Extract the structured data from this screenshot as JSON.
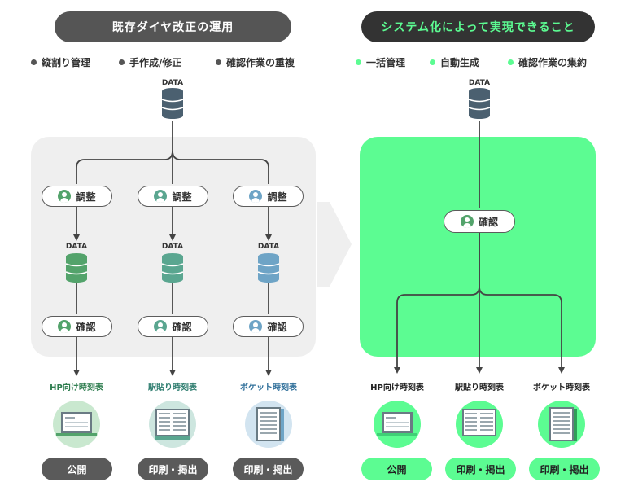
{
  "left": {
    "title": "既存ダイヤ改正の運用",
    "bullets": [
      "縦割り管理",
      "手作成/修正",
      "確認作業の重複"
    ],
    "data_label": "DATA",
    "adjust_label": "調整",
    "confirm_label": "確認",
    "outputs": [
      {
        "label": "HP向け時刻表",
        "button": "公開",
        "label_color": "#2e7d4f"
      },
      {
        "label": "駅貼り時刻表",
        "button": "印刷・掲出",
        "label_color": "#2e7d6f"
      },
      {
        "label": "ポケット時刻表",
        "button": "印刷・掲出",
        "label_color": "#2f6f9a"
      }
    ]
  },
  "right": {
    "title": "システム化によって実現できること",
    "bullets": [
      "一括管理",
      "自動生成",
      "確認作業の集約"
    ],
    "data_label": "DATA",
    "confirm_label": "確認",
    "outputs": [
      {
        "label": "HP向け時刻表",
        "button": "公開"
      },
      {
        "label": "駅貼り時刻表",
        "button": "印刷・掲出"
      },
      {
        "label": "ポケット時刻表",
        "button": "印刷・掲出"
      }
    ]
  },
  "colors": {
    "dark_pill": "#555555",
    "green": "#5cfc92",
    "panel_gray": "#efefef",
    "db_top": "#4b6070",
    "db_green": "#53a36b",
    "db_teal": "#5aa690",
    "db_blue": "#6ea4c6"
  }
}
